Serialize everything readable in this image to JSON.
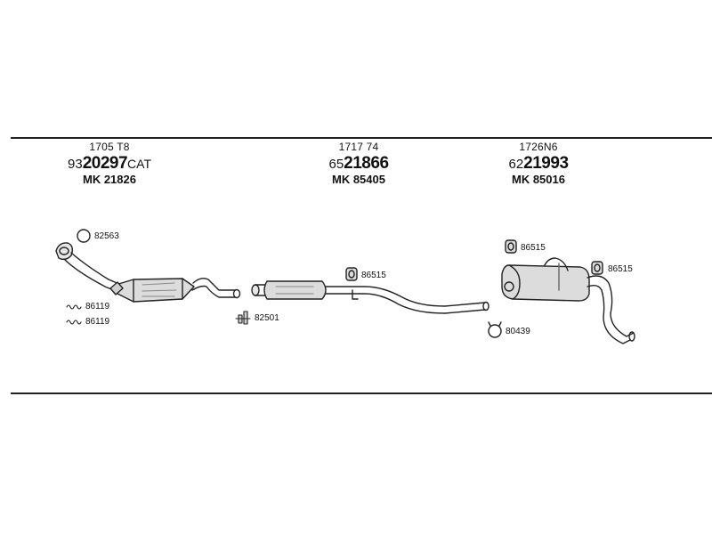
{
  "sections": [
    {
      "ref": "1705 T8",
      "part_prefix": "93",
      "part_main": "20297",
      "part_suffix": "CAT",
      "mk": "MK  21826"
    },
    {
      "ref": "1717 74",
      "part_prefix": "65",
      "part_main": "21866",
      "part_suffix": "",
      "mk": "MK  85405"
    },
    {
      "ref": "1726N6",
      "part_prefix": "62",
      "part_main": "21993",
      "part_suffix": "",
      "mk": "MK  85016"
    }
  ],
  "callouts": {
    "c82563": "82563",
    "c86119a": "86119",
    "c86119b": "86119",
    "c82501": "82501",
    "c86515a": "86515",
    "c86515b": "86515",
    "c86515c": "86515",
    "c80439": "80439"
  },
  "colors": {
    "line": "#222222",
    "part_fill": "#d9d9d9",
    "part_shade": "#8a8a8a"
  }
}
